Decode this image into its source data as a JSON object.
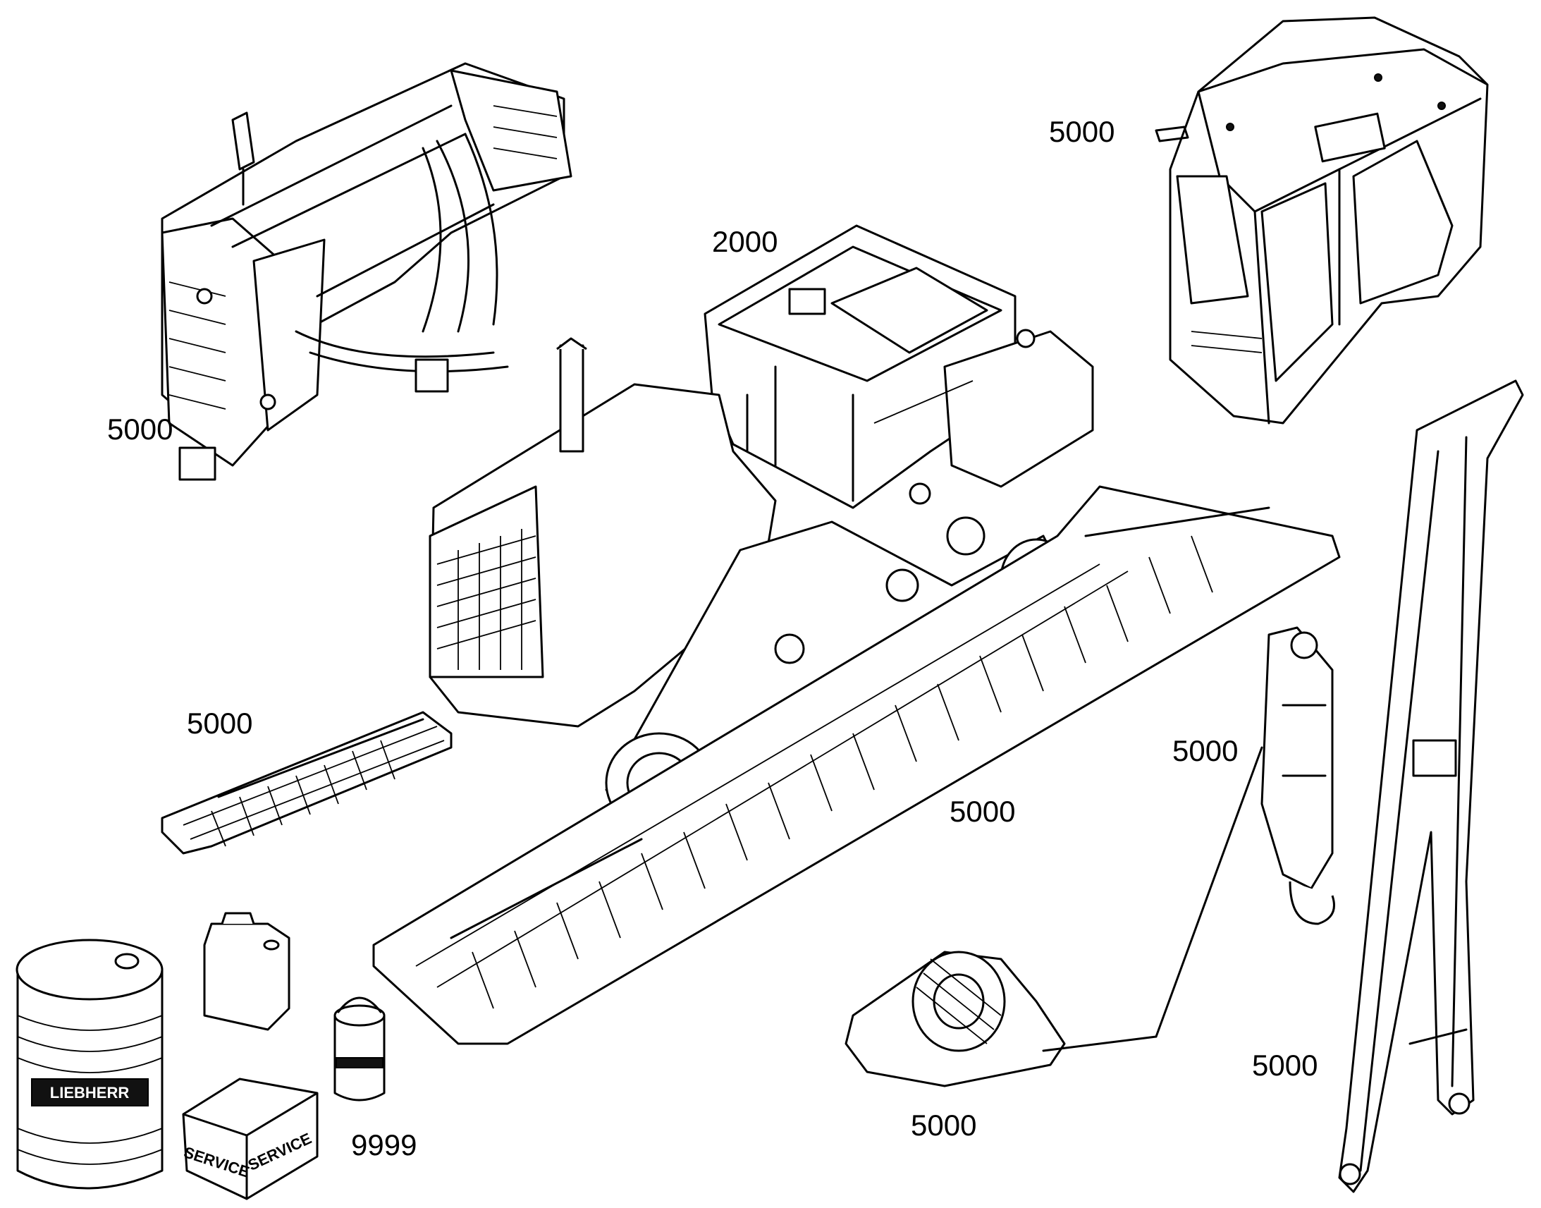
{
  "callouts": {
    "boom_frame": "5000",
    "cab": "5000",
    "upper_frame": "2000",
    "track_left": "5000",
    "track_right": "5000",
    "hook_block": "5000",
    "winch": "5000",
    "mast": "5000",
    "service_items": "9999"
  },
  "labels": {
    "drum_brand": "LIEBHERR",
    "box_side_a": "SERVICE",
    "box_side_b": "SERVICE"
  }
}
